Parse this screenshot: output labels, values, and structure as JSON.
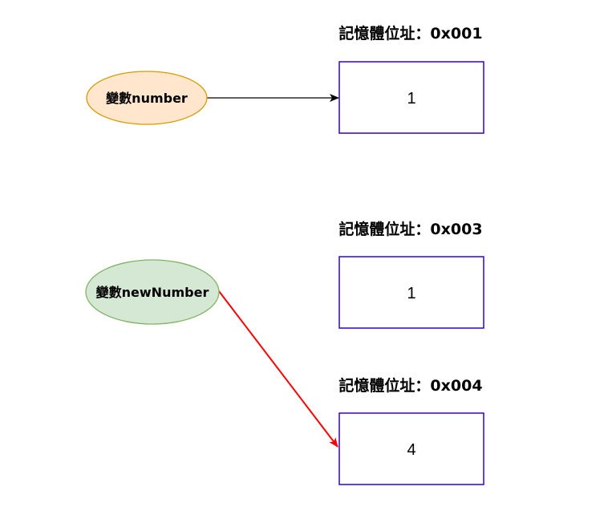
{
  "diagram": {
    "variables": [
      {
        "id": "number",
        "label": "變數number",
        "fill": "#ffe6cc",
        "stroke": "#d79b00"
      },
      {
        "id": "newNumber",
        "label": "變數newNumber",
        "fill": "#d5e8d4",
        "stroke": "#82b366"
      }
    ],
    "memory_cells": [
      {
        "address_label": "記憶體位址：0x001",
        "value": "1"
      },
      {
        "address_label": "記憶體位址：0x003",
        "value": "1"
      },
      {
        "address_label": "記憶體位址：0x004",
        "value": "4"
      }
    ],
    "cell_stroke": "#3300cc",
    "arrows": [
      {
        "from": "number",
        "to_cell": 0,
        "color": "#000000"
      },
      {
        "from": "newNumber",
        "to_cell": 2,
        "color": "#ff0000"
      }
    ]
  }
}
